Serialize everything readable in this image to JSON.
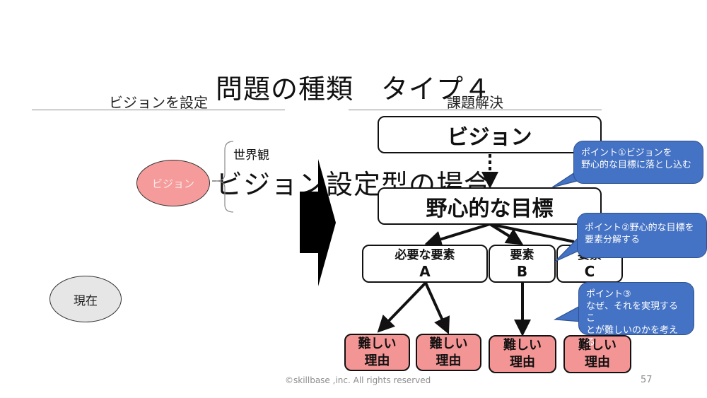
{
  "title": {
    "line1": "問題の種類　タイプ４",
    "line2": "ビジョン設定型の場合"
  },
  "left_section": {
    "heading": "ビジョンを設定",
    "vision_label": "ビジョン",
    "worldview_label": "世界観",
    "current_label": "現在"
  },
  "right_section": {
    "heading": "課題解決",
    "vision_box": "ビジョン",
    "goal_box": "野心的な目標",
    "elements": [
      {
        "line1": "必要な要素",
        "line2": "A"
      },
      {
        "line1": "要素",
        "line2": "B"
      },
      {
        "line1": "要素",
        "line2": "C"
      }
    ],
    "reasons": [
      {
        "line1": "難しい",
        "line2": "理由"
      },
      {
        "line1": "難しい",
        "line2": "理由"
      },
      {
        "line1": "難しい",
        "line2": "理由"
      },
      {
        "line1": "難しい",
        "line2": "理由"
      }
    ]
  },
  "callouts": [
    {
      "line1": "ポイント①ビジョンを",
      "line2": "野心的な目標に落とし込む"
    },
    {
      "line1": "ポイント②野心的な目標を",
      "line2": "要素分解する"
    },
    {
      "line1": "ポイント③",
      "line2": "なぜ、それを実現するこ",
      "line3": "とが難しいのかを考える"
    }
  ],
  "colors": {
    "callout_fill": "#4472c4",
    "reason_fill": "#f49595",
    "vision_ellipse_fill": "#f59b9b",
    "current_ellipse_fill": "#e6e6e6"
  },
  "footer": {
    "copyright": "©skillbase ,inc. All rights reserved",
    "page_number": "57"
  }
}
